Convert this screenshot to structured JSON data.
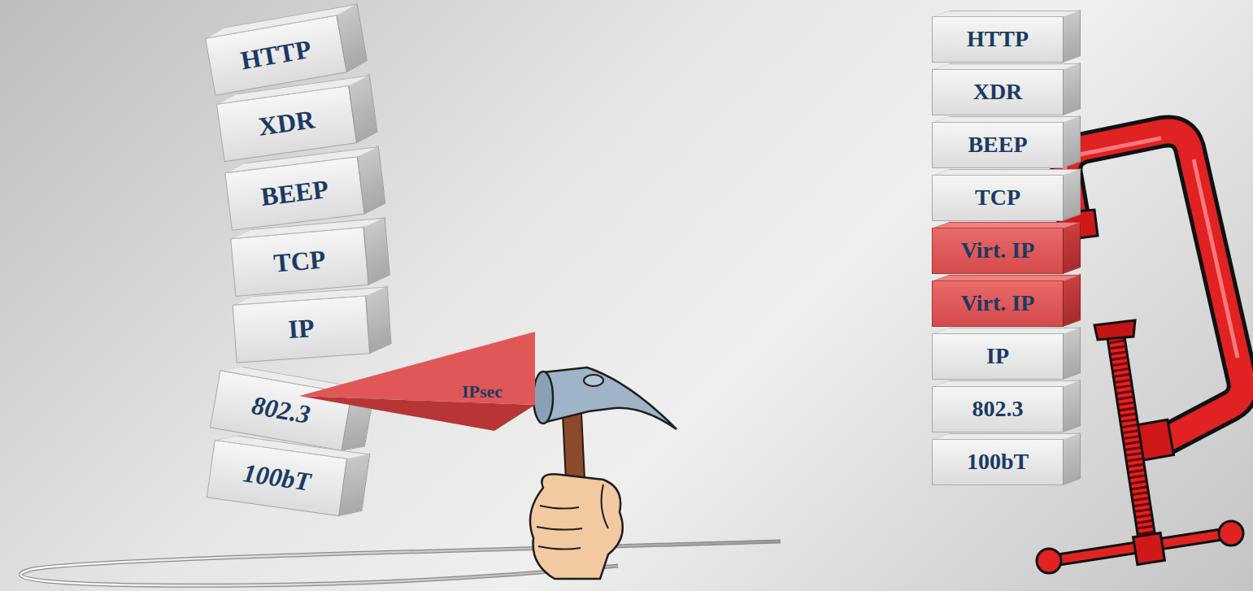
{
  "diagram": {
    "nodes": [
      {
        "text": [
          "HTTP"
        ]
      },
      {
        "text": [
          "XDR"
        ]
      },
      {
        "text": [
          "BEEP"
        ]
      },
      {
        "text": [
          "TCP"
        ]
      },
      {
        "text": [
          "IP"
        ]
      },
      {
        "text": [
          "802.3"
        ]
      },
      {
        "text": [
          "100bT"
        ]
      },
      {
        "text": [
          "IPsec"
        ]
      },
      {
        "text": [
          "HTTP"
        ]
      },
      {
        "text": [
          "XDR"
        ]
      },
      {
        "text": [
          "BEEP"
        ]
      },
      {
        "text": [
          "TCP"
        ]
      },
      {
        "text": [
          "Virt. IP"
        ]
      },
      {
        "text": [
          "Virt. IP"
        ]
      },
      {
        "text": [
          "IP"
        ]
      },
      {
        "text": [
          "802.3"
        ]
      },
      {
        "text": [
          "100bT"
        ]
      }
    ]
  }
}
